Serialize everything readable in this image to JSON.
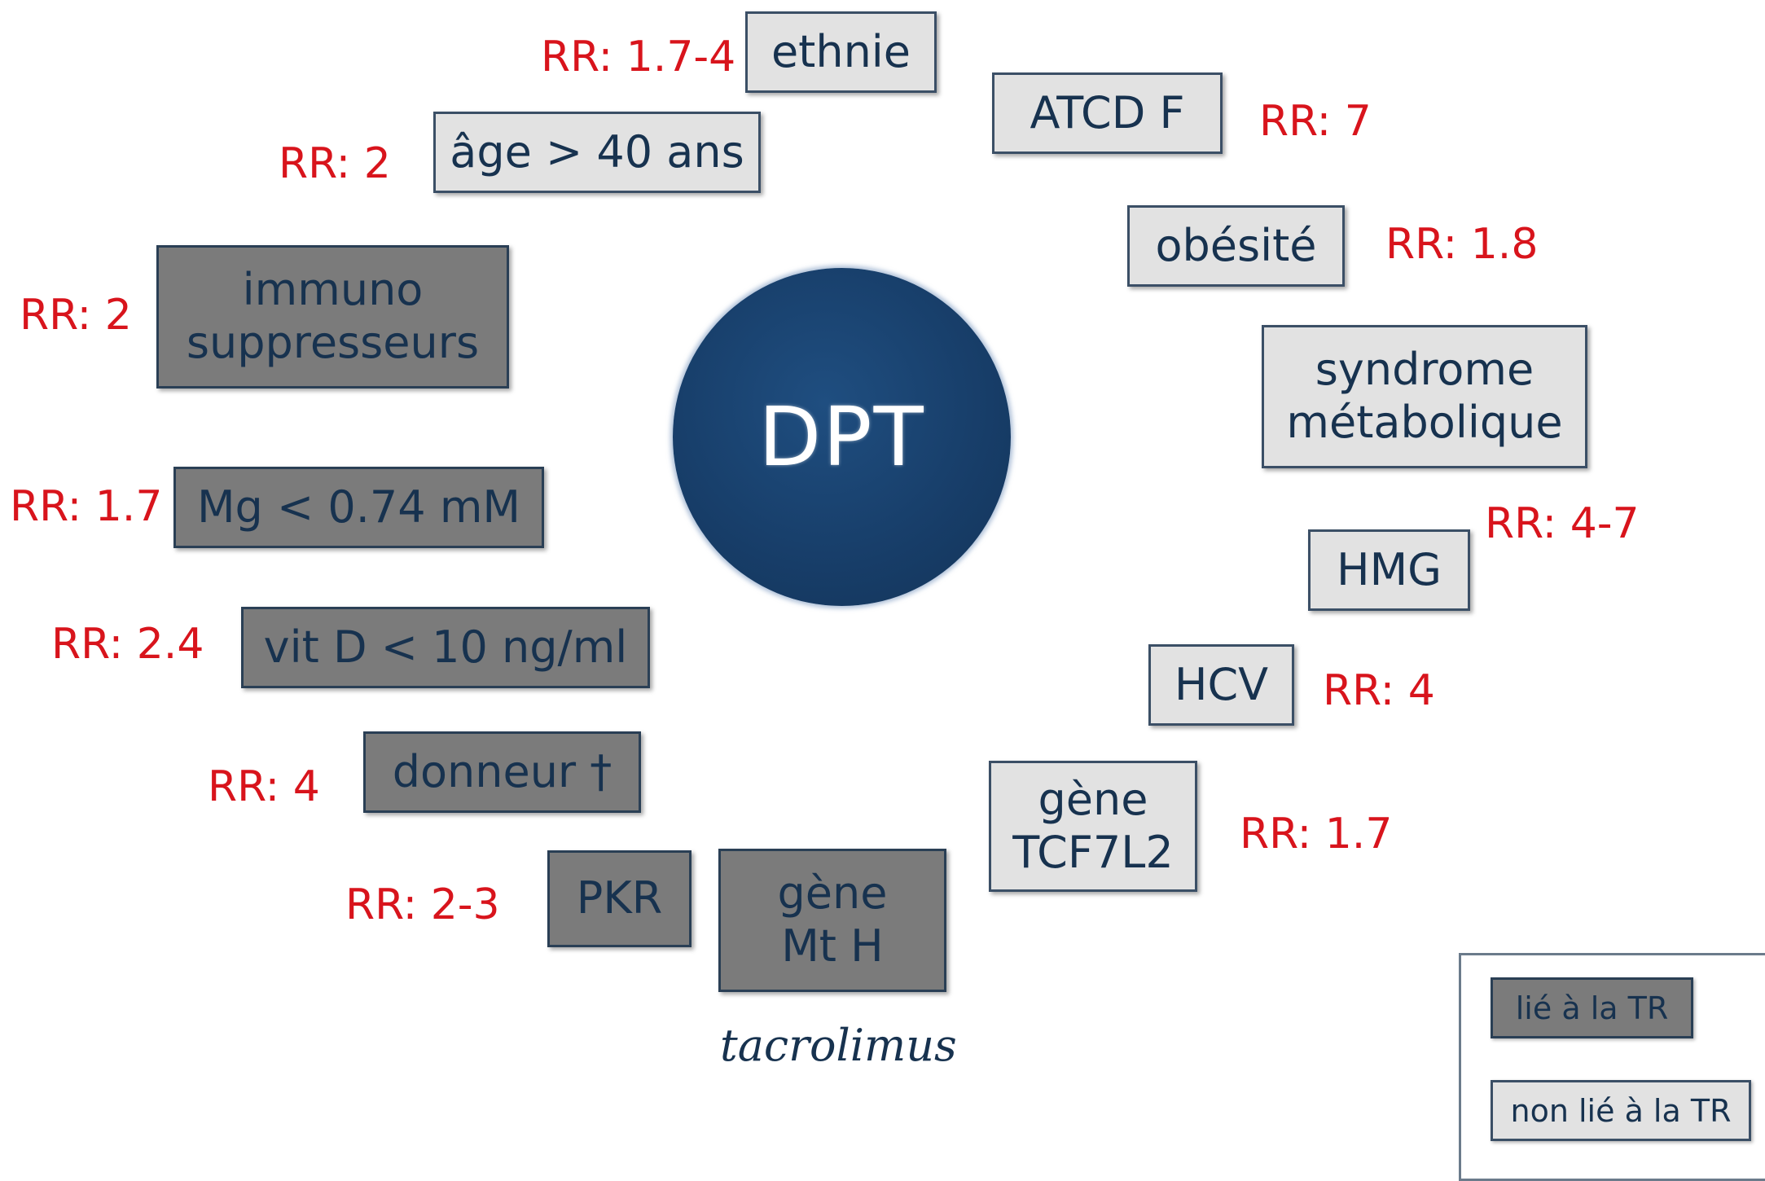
{
  "center": {
    "label": "DPT"
  },
  "factors": {
    "ethnie": {
      "label": "ethnie",
      "rr": "RR: 1.7-4",
      "category": "non lié à la TR"
    },
    "atcd": {
      "label": "ATCD F",
      "rr": "RR: 7",
      "category": "non lié à la TR"
    },
    "age": {
      "label": "âge > 40 ans",
      "rr": "RR: 2",
      "category": "non lié à la TR"
    },
    "obesite": {
      "label": "obésité",
      "rr": "RR: 1.8",
      "category": "non lié à la TR"
    },
    "immuno": {
      "line1": "immuno",
      "line2": "suppresseurs",
      "rr": "RR: 2",
      "category": "lié à la TR"
    },
    "syndrome": {
      "line1": "syndrome",
      "line2": "métabolique",
      "category": "non lié à la TR"
    },
    "mg": {
      "label": "Mg < 0.74 mM",
      "rr": "RR: 1.7",
      "category": "lié à la TR"
    },
    "hmg": {
      "label": "HMG",
      "rr": "RR: 4-7",
      "category": "non lié à la TR"
    },
    "vitd": {
      "label": "vit D < 10 ng/ml",
      "rr": "RR: 2.4",
      "category": "lié à la TR"
    },
    "hcv": {
      "label": "HCV",
      "rr": "RR: 4",
      "category": "non lié à la TR"
    },
    "donneur": {
      "label": "donneur †",
      "rr": "RR: 4",
      "category": "lié à la TR"
    },
    "tcf7l2": {
      "line1": "gène",
      "line2": "TCF7L2",
      "rr": "RR: 1.7",
      "category": "non lié à la TR"
    },
    "pkr": {
      "label": "PKR",
      "rr": "RR: 2-3",
      "category": "lié à la TR"
    },
    "mth": {
      "line1": "gène",
      "line2": "Mt H",
      "note": "tacrolimus",
      "category": "lié à la TR"
    }
  },
  "legend": {
    "linked": "lié à la TR",
    "not_linked": "non lié à la TR"
  },
  "colors": {
    "linked_fill": "#7b7b7b",
    "not_linked_fill": "#e2e2e2",
    "rr_text": "#d8141c",
    "center_fill": "#173d68"
  }
}
